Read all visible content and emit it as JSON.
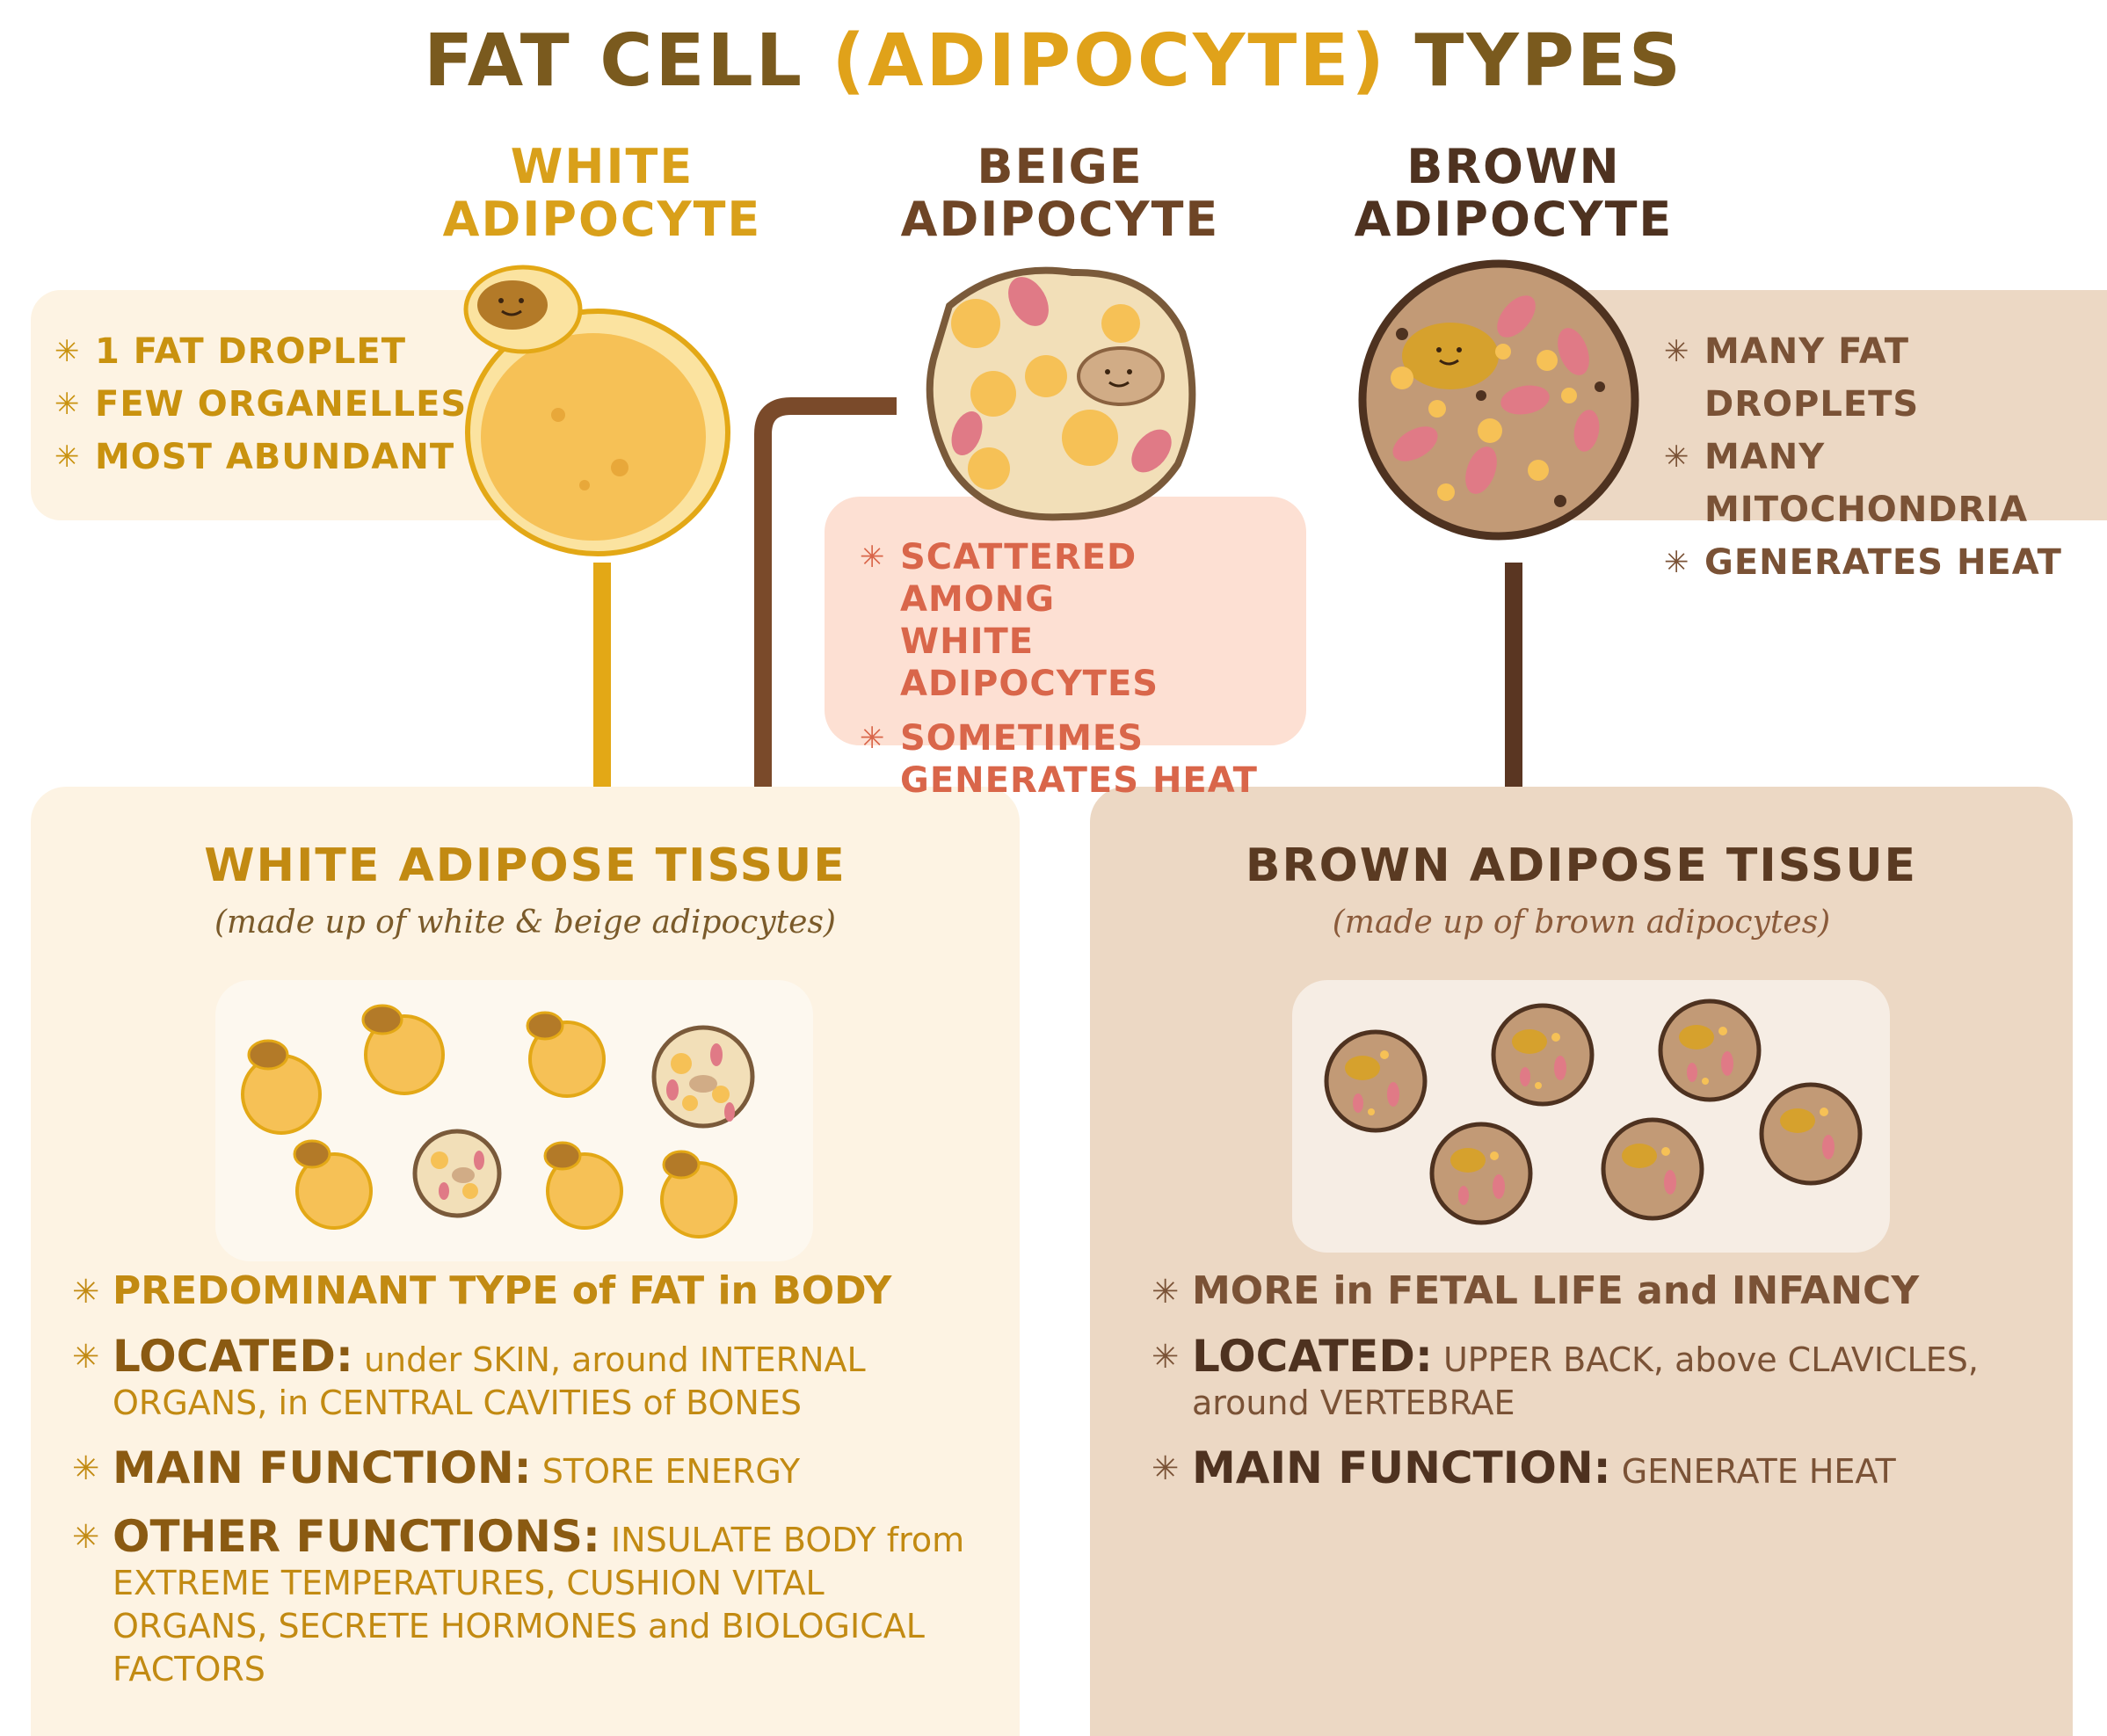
{
  "title": {
    "part1": "FAT CELL ",
    "accent": "(ADIPOCYTE)",
    "part2": " TYPES"
  },
  "white_cell": {
    "title_line1": "WHITE",
    "title_line2": "ADIPOCYTE",
    "bullets": [
      "1 FAT DROPLET",
      "FEW ORGANELLES",
      "MOST ABUNDANT"
    ]
  },
  "beige_cell": {
    "title_line1": "BEIGE",
    "title_line2": "ADIPOCYTE",
    "bullet1_line1": "SCATTERED AMONG",
    "bullet1_line2": "WHITE ADIPOCYTES",
    "bullet2_line1": "SOMETIMES",
    "bullet2_line2": "GENERATES HEAT"
  },
  "brown_cell": {
    "title_line1": "BROWN",
    "title_line2": "ADIPOCYTE",
    "bullets": [
      "MANY FAT DROPLETS",
      "MANY MITOCHONDRIA",
      "GENERATES HEAT"
    ]
  },
  "white_tissue": {
    "title": "WHITE ADIPOSE TISSUE",
    "subtitle": "(made up of white & beige adipocytes)",
    "items": [
      {
        "text": "PREDOMINANT TYPE of FAT in BODY"
      },
      {
        "key": "LOCATED:",
        "text": " under SKIN, around INTERNAL ORGANS, in CENTRAL CAVITIES of BONES"
      },
      {
        "key": "MAIN FUNCTION:",
        "text": " STORE ENERGY"
      },
      {
        "key": "OTHER FUNCTIONS:",
        "text": " INSULATE BODY from EXTREME TEMPERATURES, CUSHION VITAL ORGANS, SECRETE HORMONES and BIOLOGICAL FACTORS"
      }
    ]
  },
  "brown_tissue": {
    "title": "BROWN ADIPOSE TISSUE",
    "subtitle": "(made up of brown adipocytes)",
    "items": [
      {
        "text": "MORE in FETAL LIFE and INFANCY"
      },
      {
        "key": "LOCATED:",
        "text": " UPPER BACK, above CLAVICLES, around VERTEBRAE"
      },
      {
        "key": "MAIN FUNCTION:",
        "text": " GENERATE HEAT"
      }
    ]
  },
  "colors": {
    "white_text": "#c9920f",
    "beige_text": "#6e4526",
    "brown_text": "#5a3a22",
    "white_box": "#fdf3e3",
    "brown_box": "#ecd8c4",
    "beige_box": "#fde0d3",
    "beige_bullet_text": "#d9664a"
  }
}
